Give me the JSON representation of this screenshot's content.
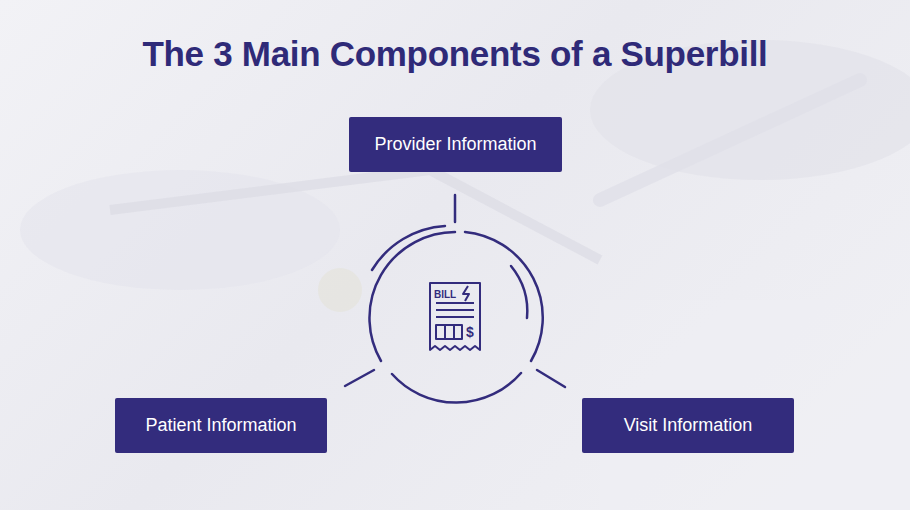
{
  "diagram": {
    "title": "The 3 Main Components of a Superbill",
    "nodes": [
      {
        "text": [
          "Provider Information"
        ]
      },
      {
        "text": [
          "Patient Information"
        ]
      },
      {
        "text": [
          "Visit Information"
        ]
      }
    ],
    "labels": [
      "BILL",
      "$"
    ]
  }
}
